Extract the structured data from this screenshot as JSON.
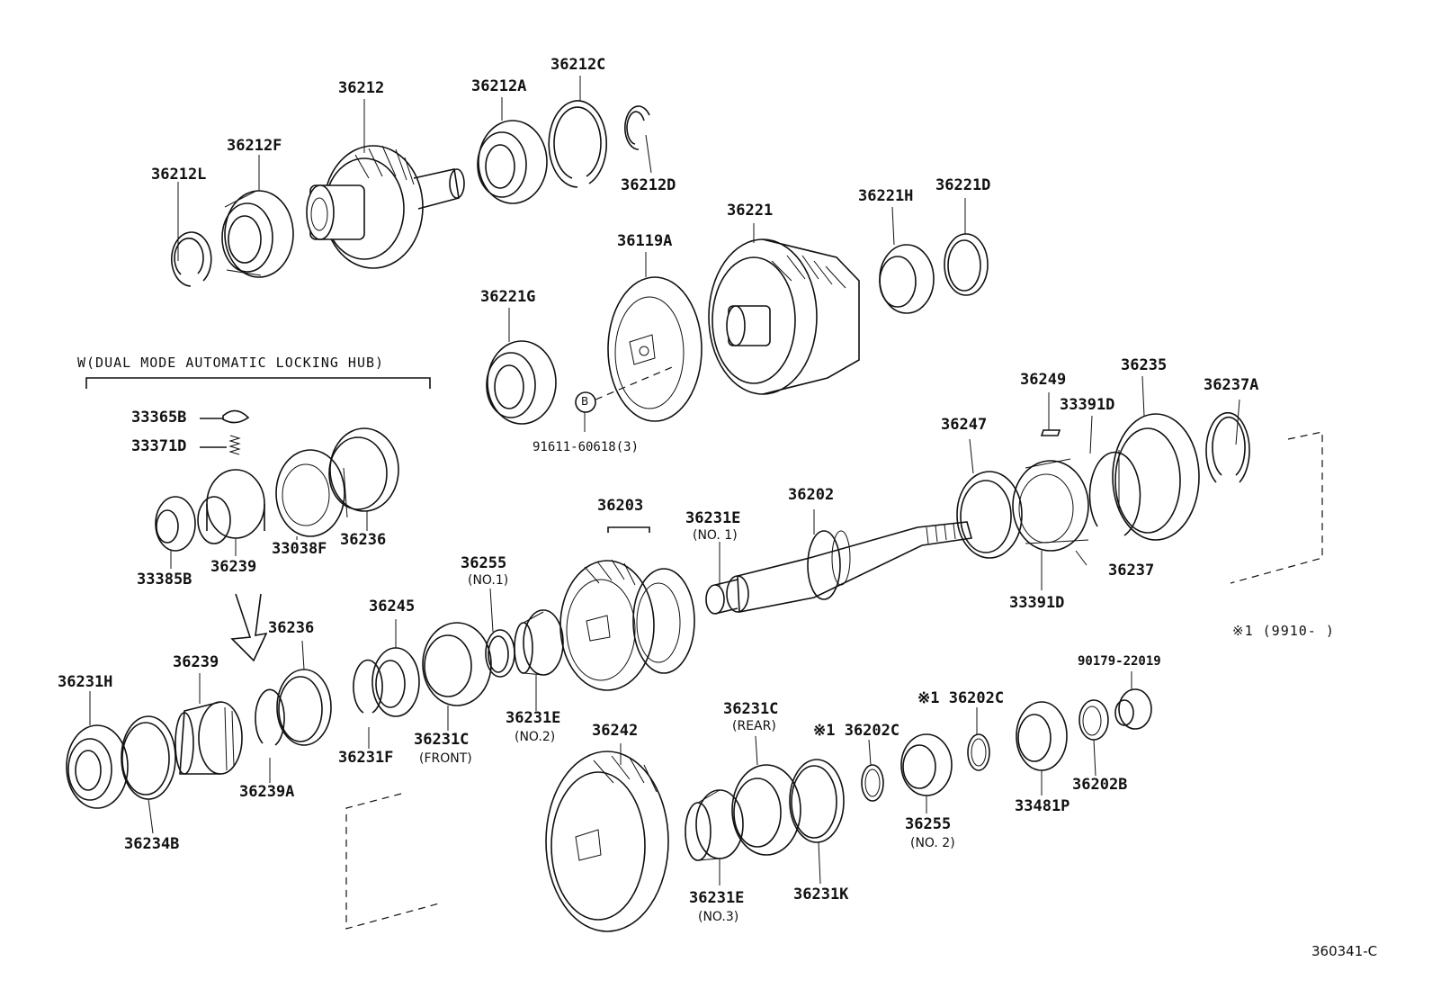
{
  "header": {
    "note": "W(DUAL MODE AUTOMATIC LOCKING HUB)"
  },
  "legend": {
    "note": "※1 (9910-      )"
  },
  "figure_code": "360341-C",
  "callout_marker": "B",
  "parts": [
    {
      "id": "p36212L",
      "text": "36212L"
    },
    {
      "id": "p36212F",
      "text": "36212F"
    },
    {
      "id": "p36212",
      "text": "36212"
    },
    {
      "id": "p36212A",
      "text": "36212A"
    },
    {
      "id": "p36212C",
      "text": "36212C"
    },
    {
      "id": "p36212D",
      "text": "36212D"
    },
    {
      "id": "p36221",
      "text": "36221"
    },
    {
      "id": "p36221H",
      "text": "36221H"
    },
    {
      "id": "p36221D",
      "text": "36221D"
    },
    {
      "id": "p36119A",
      "text": "36119A"
    },
    {
      "id": "p36221G",
      "text": "36221G"
    },
    {
      "id": "p91611",
      "text": "91611-60618(3)"
    },
    {
      "id": "p33365B",
      "text": "33365B"
    },
    {
      "id": "p33371D",
      "text": "33371D"
    },
    {
      "id": "p33385B",
      "text": "33385B"
    },
    {
      "id": "p36239a",
      "text": "36239"
    },
    {
      "id": "p33038F",
      "text": "33038F"
    },
    {
      "id": "p36236a",
      "text": "36236"
    },
    {
      "id": "p36249",
      "text": "36249"
    },
    {
      "id": "p36235",
      "text": "36235"
    },
    {
      "id": "p33391Da",
      "text": "33391D"
    },
    {
      "id": "p36237A",
      "text": "36237A"
    },
    {
      "id": "p36247",
      "text": "36247"
    },
    {
      "id": "p36202",
      "text": "36202"
    },
    {
      "id": "p36203",
      "text": "36203"
    },
    {
      "id": "p36231E1",
      "text": "36231E"
    },
    {
      "id": "p36255a",
      "text": "36255"
    },
    {
      "id": "p36237",
      "text": "36237"
    },
    {
      "id": "p33391Db",
      "text": "33391D"
    },
    {
      "id": "p36236b",
      "text": "36236"
    },
    {
      "id": "p36245",
      "text": "36245"
    },
    {
      "id": "p36231H",
      "text": "36231H"
    },
    {
      "id": "p36239b",
      "text": "36239"
    },
    {
      "id": "p36231C1",
      "text": "36231C"
    },
    {
      "id": "p36231E2",
      "text": "36231E"
    },
    {
      "id": "p36231F",
      "text": "36231F"
    },
    {
      "id": "p36239A",
      "text": "36239A"
    },
    {
      "id": "p36234B",
      "text": "36234B"
    },
    {
      "id": "p36242",
      "text": "36242"
    },
    {
      "id": "p36231C2",
      "text": "36231C"
    },
    {
      "id": "p36202Ca",
      "text": "※1 36202C"
    },
    {
      "id": "p36202Cb",
      "text": "※1 36202C"
    },
    {
      "id": "p90179",
      "text": "90179-22019"
    },
    {
      "id": "p36255b",
      "text": "36255"
    },
    {
      "id": "p33481P",
      "text": "33481P"
    },
    {
      "id": "p36202B",
      "text": "36202B"
    },
    {
      "id": "p36231K",
      "text": "36231K"
    },
    {
      "id": "p36231E3",
      "text": "36231E"
    }
  ],
  "sublabels": [
    {
      "id": "s_no1a",
      "text": "(NO. 1)"
    },
    {
      "id": "s_no1b",
      "text": "(NO.1)"
    },
    {
      "id": "s_no2a",
      "text": "(NO.2)"
    },
    {
      "id": "s_front",
      "text": "(FRONT)"
    },
    {
      "id": "s_rear",
      "text": "(REAR)"
    },
    {
      "id": "s_no2b",
      "text": "(NO. 2)"
    },
    {
      "id": "s_no3",
      "text": "(NO.3)"
    }
  ]
}
